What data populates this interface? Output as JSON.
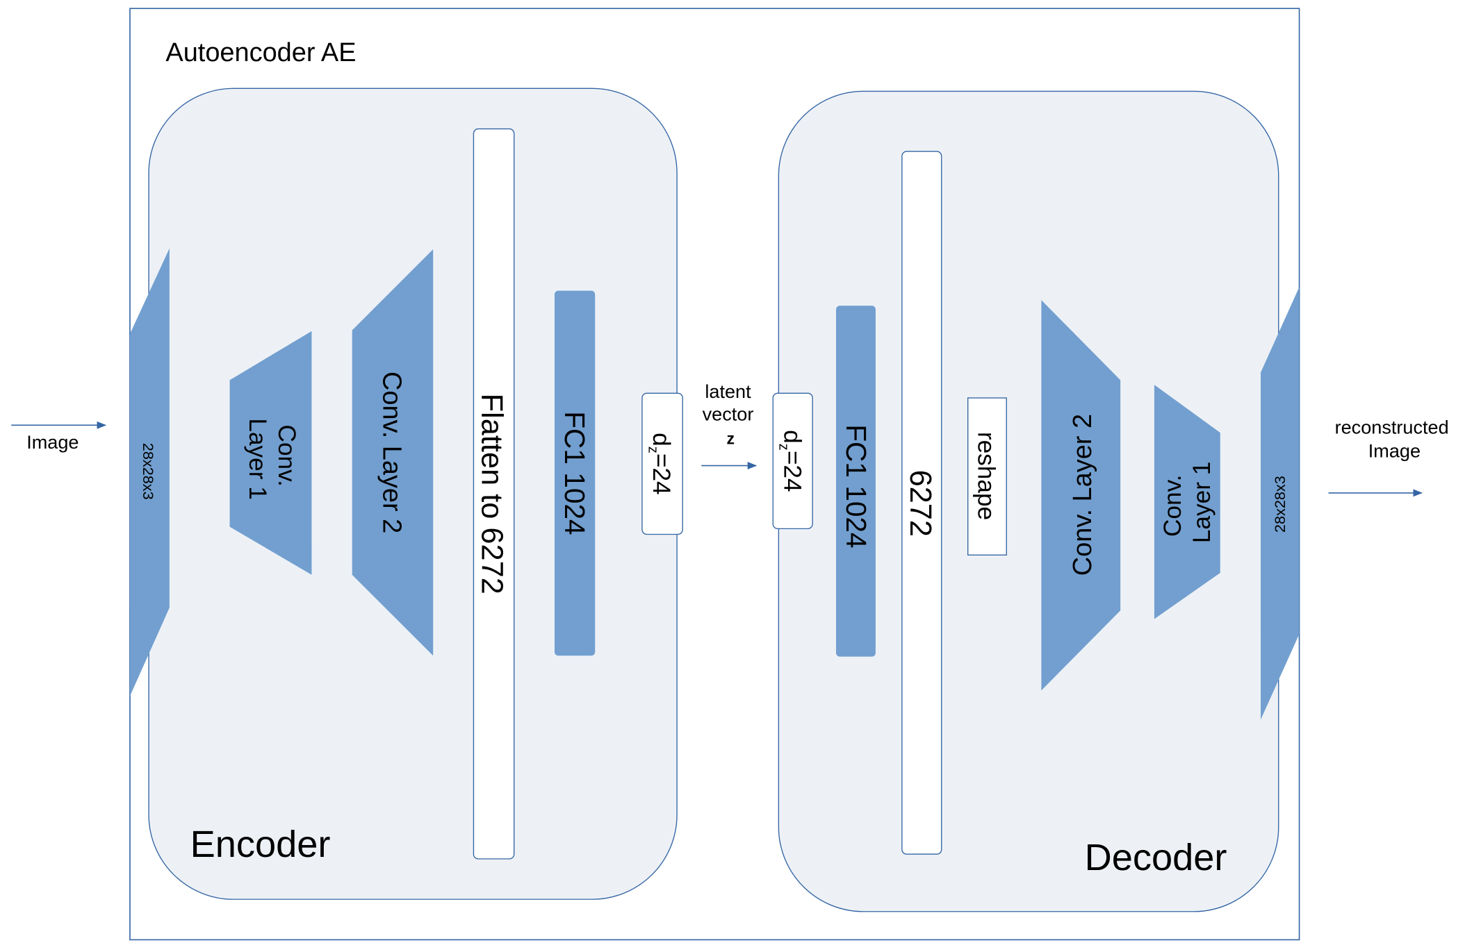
{
  "title": "Autoencoder AE",
  "input_label": "Image",
  "output_label_line1": "reconstructed",
  "output_label_line2": "Image",
  "encoder": {
    "label": "Encoder",
    "input_dim": "28x28x3",
    "conv1_line1": "Conv.",
    "conv1_line2": "Layer 1",
    "conv2": "Conv. Layer 2",
    "flatten": "Flatten to 6272",
    "fc1": "FC1 1024",
    "dz": "d",
    "dz_sub": "z",
    "dz_val": "=24"
  },
  "latent": {
    "line1": "latent",
    "line2": "vector",
    "line3": "z"
  },
  "decoder": {
    "label": "Decoder",
    "dz": "d",
    "dz_sub": "z",
    "dz_val": "=24",
    "fc1": "FC1 1024",
    "dense": "6272",
    "reshape": "reshape",
    "conv2": "Conv. Layer 2",
    "conv1_line1": "Conv.",
    "conv1_line2": "Layer 1",
    "output_dim": "28x28x3"
  },
  "colors": {
    "layer_fill": "#729fcf",
    "panel_fill": "#edf1f6",
    "border": "#3465a4",
    "arrow": "#3465a4"
  }
}
